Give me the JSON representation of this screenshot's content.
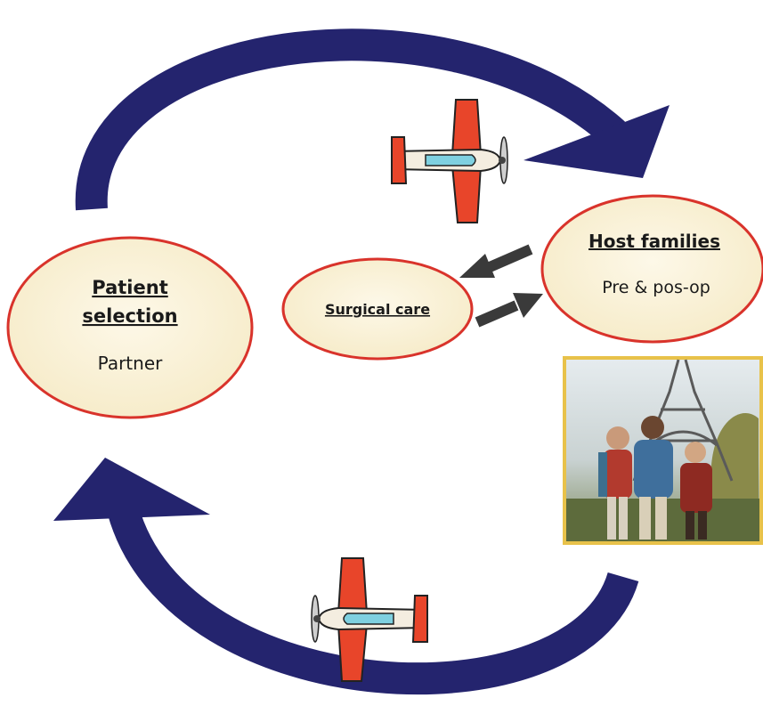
{
  "nodes": {
    "patient_selection": {
      "title_line1": "Patient",
      "title_line2": "selection",
      "subtitle": "Partner"
    },
    "surgical_care": {
      "title": "Surgical care"
    },
    "host_families": {
      "title": "Host families",
      "subtitle": "Pre & pos-op"
    }
  },
  "icons": {
    "plane_top": "airplane-icon",
    "plane_bottom": "airplane-icon",
    "photo": "family-photo-eiffel-tower"
  },
  "colors": {
    "cycle_arrow": "#24246e",
    "ellipse_fill": "#fbf3dc",
    "ellipse_border": "#d9332b",
    "small_arrow": "#3a3a3a",
    "plane_body": "#e8452a",
    "plane_window": "#7fd0e0",
    "photo_frame": "#e8c24a"
  }
}
